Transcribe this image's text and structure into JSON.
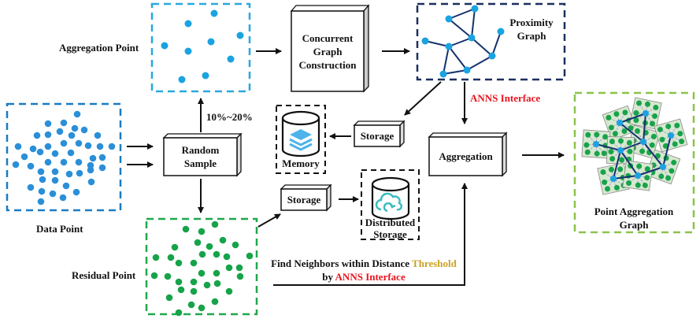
{
  "labels": {
    "aggregation_point": "Aggregation Point",
    "data_point": "Data Point",
    "residual_point": "Residual Point",
    "sample_ratio": "10%~20%",
    "random_sample_l1": "Random",
    "random_sample_l2": "Sample",
    "concurrent_l1": "Concurrent",
    "concurrent_l2": "Graph",
    "concurrent_l3": "Construction",
    "proximity_l1": "Proximity",
    "proximity_l2": "Graph",
    "anns_interface": "ANNS Interface",
    "storage_top": "Storage",
    "storage_bottom": "Storage",
    "memory": "Memory",
    "distributed_l1": "Distributed",
    "distributed_l2": "Storage",
    "aggregation": "Aggregation",
    "pag_l1": "Point Aggregation",
    "pag_l2": "Graph",
    "find_neighbors_prefix": "Find Neighbors within Distance ",
    "find_neighbors_threshold": "Threshold",
    "find_neighbors_by": "by ",
    "find_neighbors_anns": "ANNS Interface"
  },
  "colors": {
    "blue_dashed": "#1a7cc4",
    "cyan_dashed": "#29a8e0",
    "navy_dashed": "#1b2f5e",
    "green_dashed": "#1fa84a",
    "lime_dashed": "#8bc34a",
    "blue_dot": "#2b8fd8",
    "cyan_dot": "#1aa3e0",
    "green_dot": "#17a34a",
    "graph_edge": "#15326e",
    "accent_red": "#e8141e",
    "accent_gold": "#c9a227",
    "cloud_teal": "#3bbcc0",
    "layers_blue": "#4db3ea"
  }
}
